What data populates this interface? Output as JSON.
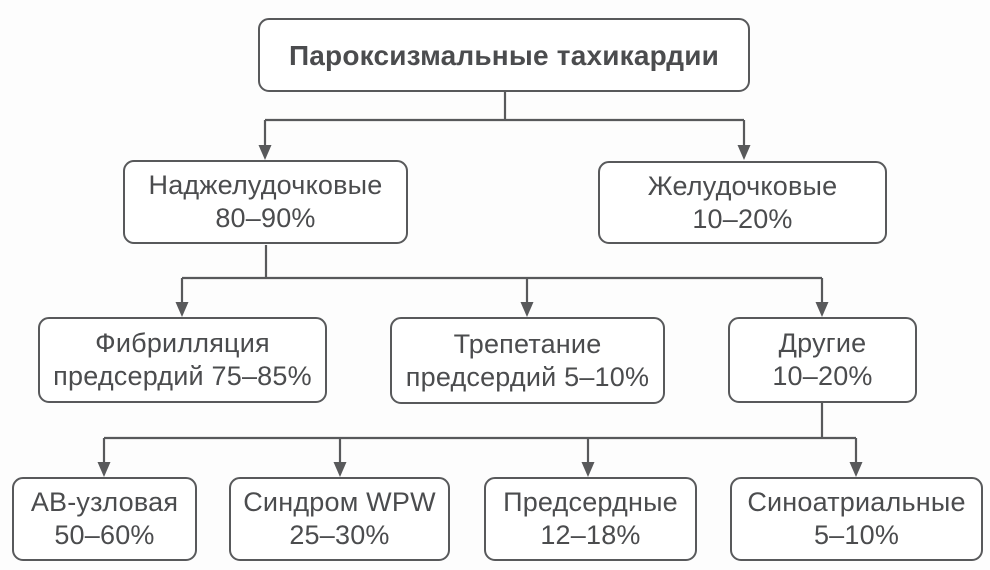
{
  "diagram": {
    "type": "flowchart",
    "title": "Пароксизмальные тахикардии",
    "colors": {
      "line": "#58595b",
      "text": "#4b4c4e",
      "box_background": "#ffffff",
      "page_background": "#fdfdfd"
    }
  },
  "nodes": {
    "root": {
      "line1": "Пароксизмальные тахикардии"
    },
    "supraventricular": {
      "line1": "Наджелудочковые",
      "line2": "80–90%"
    },
    "ventricular": {
      "line1": "Желудочковые",
      "line2": "10–20%"
    },
    "atrial_fibrillation": {
      "line1": "Фибрилляция",
      "line2": "предсердий 75–85%"
    },
    "atrial_flutter": {
      "line1": "Трепетание",
      "line2": "предсердий 5–10%"
    },
    "other": {
      "line1": "Другие",
      "line2": "10–20%"
    },
    "av_nodal": {
      "line1": "АВ-узловая",
      "line2": "50–60%"
    },
    "wpw_syndrome": {
      "line1": "Синдром WPW",
      "line2": "25–30%"
    },
    "atrial": {
      "line1": "Предсердные",
      "line2": "12–18%"
    },
    "sinoatrial": {
      "line1": "Синоатриальные",
      "line2": "5–10%"
    }
  },
  "edges": [
    {
      "from": "root",
      "to": "supraventricular"
    },
    {
      "from": "root",
      "to": "ventricular"
    },
    {
      "from": "supraventricular",
      "to": "atrial_fibrillation"
    },
    {
      "from": "supraventricular",
      "to": "atrial_flutter"
    },
    {
      "from": "supraventricular",
      "to": "other"
    },
    {
      "from": "other",
      "to": "av_nodal"
    },
    {
      "from": "other",
      "to": "wpw_syndrome"
    },
    {
      "from": "other",
      "to": "atrial"
    },
    {
      "from": "other",
      "to": "sinoatrial"
    }
  ]
}
